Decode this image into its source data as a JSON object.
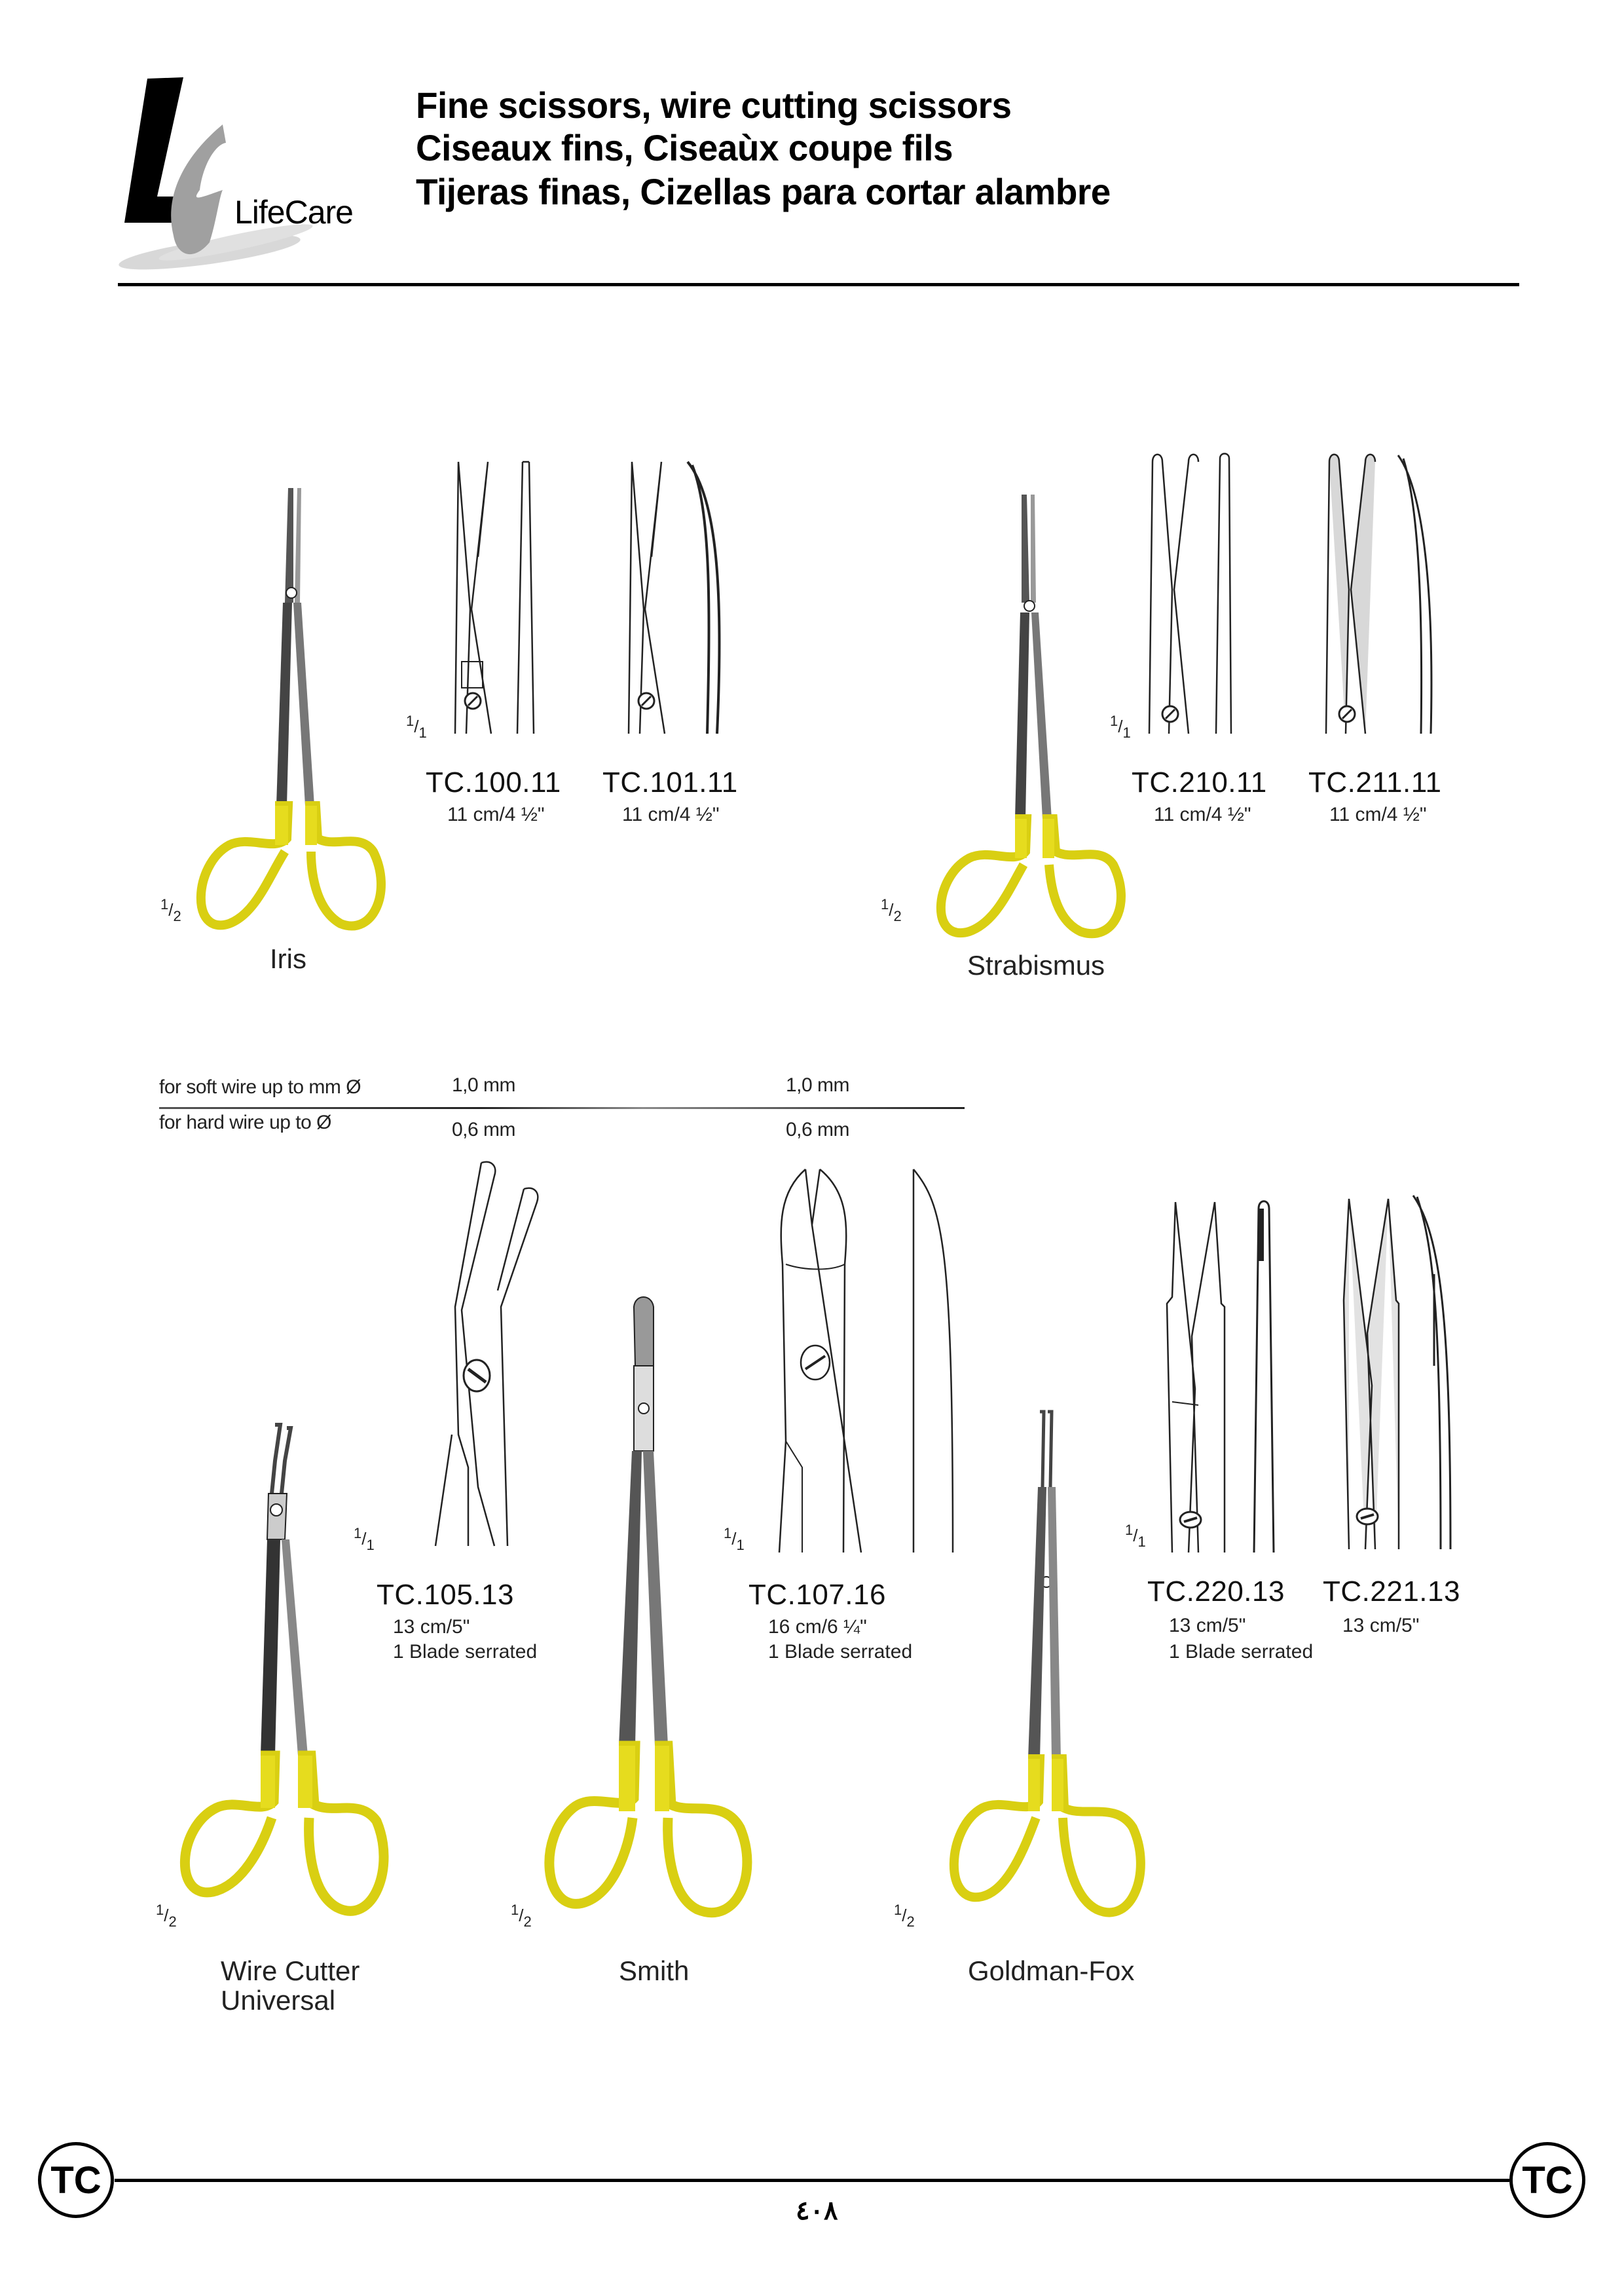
{
  "header": {
    "logo_text": "LifeCare",
    "title_lines": [
      "Fine scissors, wire cutting scissors",
      "Ciseaux fins, Ciseaùx coupe fils",
      "Tijeras finas, Cizellas para cortar alambre"
    ]
  },
  "scale_labels": {
    "half": {
      "num": "1",
      "den": "2"
    },
    "full": {
      "num": "1",
      "den": "1"
    }
  },
  "sections": {
    "iris": {
      "name": "Iris",
      "products": [
        {
          "code": "TC.100.11",
          "size": "11 cm/4 ½\""
        },
        {
          "code": "TC.101.11",
          "size": "11 cm/4 ½\""
        }
      ]
    },
    "strabismus": {
      "name": "Strabismus",
      "products": [
        {
          "code": "TC.210.11",
          "size": "11 cm/4 ½\""
        },
        {
          "code": "TC.211.11",
          "size": "11 cm/4 ½\""
        }
      ]
    },
    "wire_table": {
      "rows": [
        {
          "label": "for soft wire up to mm Ø",
          "values": [
            "1,0 mm",
            "1,0 mm"
          ]
        },
        {
          "label": "for hard wire up to Ø",
          "values": [
            "0,6 mm",
            "0,6 mm"
          ]
        }
      ]
    },
    "wire_cutter": {
      "name_line1": "Wire Cutter",
      "name_line2": "Universal",
      "product": {
        "code": "TC.105.13",
        "size": "13 cm/5\"",
        "note": "1 Blade serrated"
      }
    },
    "smith": {
      "name": "Smith",
      "product": {
        "code": "TC.107.16",
        "size": "16 cm/6 ¼\"",
        "note": "1 Blade serrated"
      }
    },
    "goldman_fox": {
      "name": "Goldman-Fox",
      "products": [
        {
          "code": "TC.220.13",
          "size": "13 cm/5\"",
          "note": "1 Blade serrated"
        },
        {
          "code": "TC.221.13",
          "size": "13 cm/5\""
        }
      ]
    }
  },
  "footer": {
    "badge_left": "TC",
    "badge_right": "TC",
    "page_number": "٤٠٨"
  },
  "colors": {
    "gold_handle": "#e6dc1e",
    "steel_dark": "#3a3a3a",
    "logo_gray": "#a0a0a0"
  }
}
